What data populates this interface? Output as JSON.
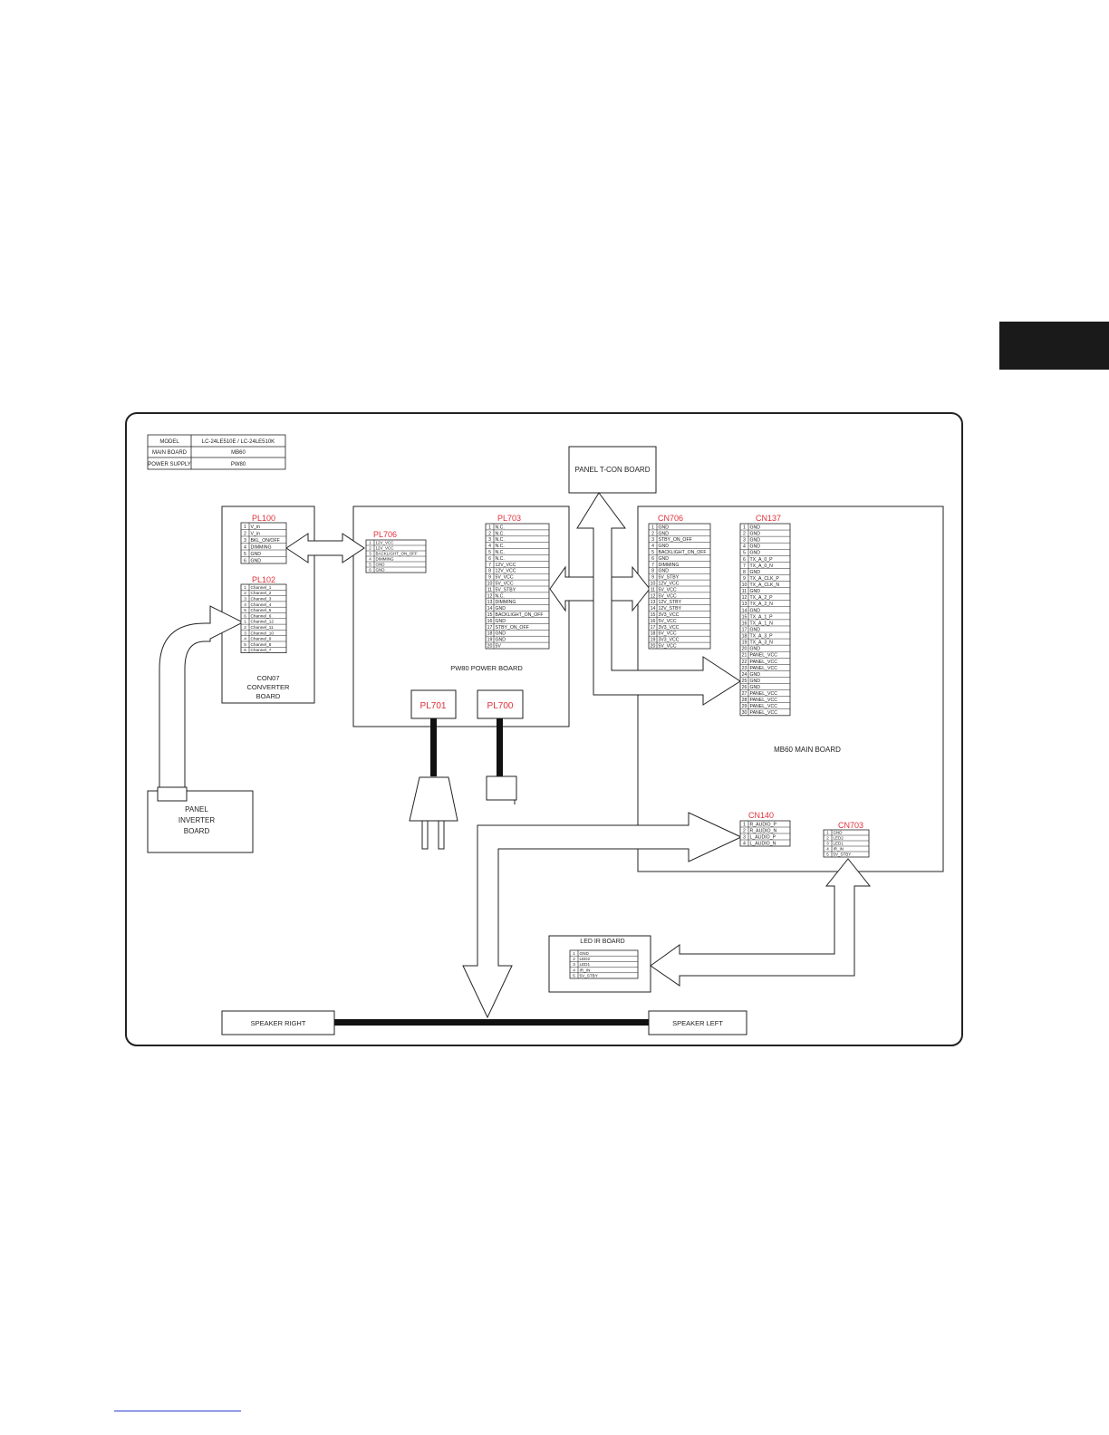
{
  "model_table": {
    "rows": [
      {
        "label": "MODEL",
        "value": "LC-24LE510E / LC-24LE510K"
      },
      {
        "label": "MAIN BOARD",
        "value": "MB60"
      },
      {
        "label": "POWER SUPPLY",
        "value": "PW80"
      }
    ]
  },
  "boards": {
    "tcon": "PANEL T-CON BOARD",
    "converter": [
      "CON07",
      "CONVERTER",
      "BOARD"
    ],
    "power": "PW80 POWER BOARD",
    "main": "MB60 MAIN BOARD",
    "inverter": [
      "PANEL",
      "INVERTER",
      "BOARD"
    ],
    "led_ir": "LED IR BOARD",
    "speaker_right": "SPEAKER RIGHT",
    "speaker_left": "SPEAKER LEFT"
  },
  "connectors": {
    "PL100": {
      "title": "PL100",
      "pins": [
        "1",
        "2",
        "3",
        "4",
        "5",
        "6"
      ],
      "signals": [
        "V_in",
        "V_in",
        "BKL_ON/OFF",
        "DIMMING",
        "GND",
        "GND"
      ]
    },
    "PL102": {
      "title": "PL102",
      "pins": [
        "1",
        "2",
        "3",
        "4",
        "5",
        "6",
        "1",
        "2",
        "3",
        "4",
        "5",
        "6"
      ],
      "signals": [
        "Channel_1",
        "Channel_2",
        "Channel_3",
        "Channel_4",
        "Channel_5",
        "Channel_6",
        "Channel_12",
        "Channel_11",
        "Channel_10",
        "Channel_9",
        "Channel_8",
        "Channel_7"
      ]
    },
    "PL706": {
      "title": "PL706",
      "pins": [
        "1",
        "2",
        "3",
        "4",
        "5",
        "6"
      ],
      "signals": [
        "12V_VCC",
        "12V_VCC",
        "BACKLIGHT_ON_OFF",
        "DIMMING",
        "GND",
        "GND"
      ]
    },
    "PL703": {
      "title": "PL703",
      "pins": [
        "1",
        "2",
        "3",
        "4",
        "5",
        "6",
        "7",
        "8",
        "9",
        "10",
        "11",
        "12",
        "13",
        "14",
        "15",
        "16",
        "17",
        "18",
        "19",
        "20"
      ],
      "signals": [
        "N.C.",
        "N.C.",
        "N.C.",
        "N.C.",
        "N.C.",
        "N.C.",
        "12V_VCC",
        "12V_VCC",
        "5V_VCC",
        "5V_VCC",
        "5V_STBY",
        "N.C.",
        "DIMMING",
        "GND",
        "BACKLIGHT_ON_OFF",
        "GND",
        "STBY_ON_OFF",
        "GND",
        "GND",
        "5V"
      ]
    },
    "PL701": {
      "title": "PL701"
    },
    "PL700": {
      "title": "PL700"
    },
    "CN706": {
      "title": "CN706",
      "pins": [
        "1",
        "2",
        "3",
        "4",
        "5",
        "6",
        "7",
        "8",
        "9",
        "10",
        "11",
        "12",
        "13",
        "14",
        "15",
        "16",
        "17",
        "18",
        "19",
        "20"
      ],
      "signals": [
        "GND",
        "GND",
        "STBY_ON_OFF",
        "GND",
        "BACKLIGHT_ON_OFF",
        "GND",
        "DIMMING",
        "GND",
        "5V_STBY",
        "12V_VCC",
        "5V_VCC",
        "5V_VCC",
        "12V_STBY",
        "12V_STBY",
        "3V3_VCC",
        "5V_VCC",
        "3V3_VCC",
        "5V_VCC",
        "3V3_VCC",
        "5V_VCC"
      ]
    },
    "CN137": {
      "title": "CN137",
      "pins": [
        "1",
        "2",
        "3",
        "4",
        "5",
        "6",
        "7",
        "8",
        "9",
        "10",
        "11",
        "12",
        "13",
        "14",
        "15",
        "16",
        "17",
        "18",
        "19",
        "20",
        "21",
        "22",
        "23",
        "24",
        "25",
        "26",
        "27",
        "28",
        "29",
        "30"
      ],
      "signals": [
        "GND",
        "GND",
        "GND",
        "GND",
        "GND",
        "TX_A_0_P",
        "TX_A_0_N",
        "GND",
        "TX_A_CLK_P",
        "TX_A_CLK_N",
        "GND",
        "TX_A_2_P",
        "TX_A_2_N",
        "GND",
        "TX_A_1_P",
        "TX_A_1_N",
        "GND",
        "TX_A_3_P",
        "TX_A_3_N",
        "GND",
        "PANEL_VCC",
        "PANEL_VCC",
        "PANEL_VCC",
        "GND",
        "GND",
        "GND",
        "PANEL_VCC",
        "PANEL_VCC",
        "PANEL_VCC",
        "PANEL_VCC"
      ]
    },
    "CN140": {
      "title": "CN140",
      "pins": [
        "1",
        "2",
        "3",
        "4"
      ],
      "signals": [
        "R_AUDIO_P",
        "R_AUDIO_N",
        "L_AUDIO_P",
        "L_AUDIO_N"
      ]
    },
    "CN703": {
      "title": "CN703",
      "pins": [
        "1",
        "2",
        "3",
        "4",
        "5"
      ],
      "signals": [
        "GND",
        "LED2",
        "LED1",
        "IR_IN",
        "5V_STBY"
      ]
    },
    "LEDIR": {
      "pins": [
        "1",
        "2",
        "3",
        "4",
        "5"
      ],
      "signals": [
        "GND",
        "LED2",
        "LED1",
        "IR_IN",
        "5V_STBY"
      ]
    }
  }
}
